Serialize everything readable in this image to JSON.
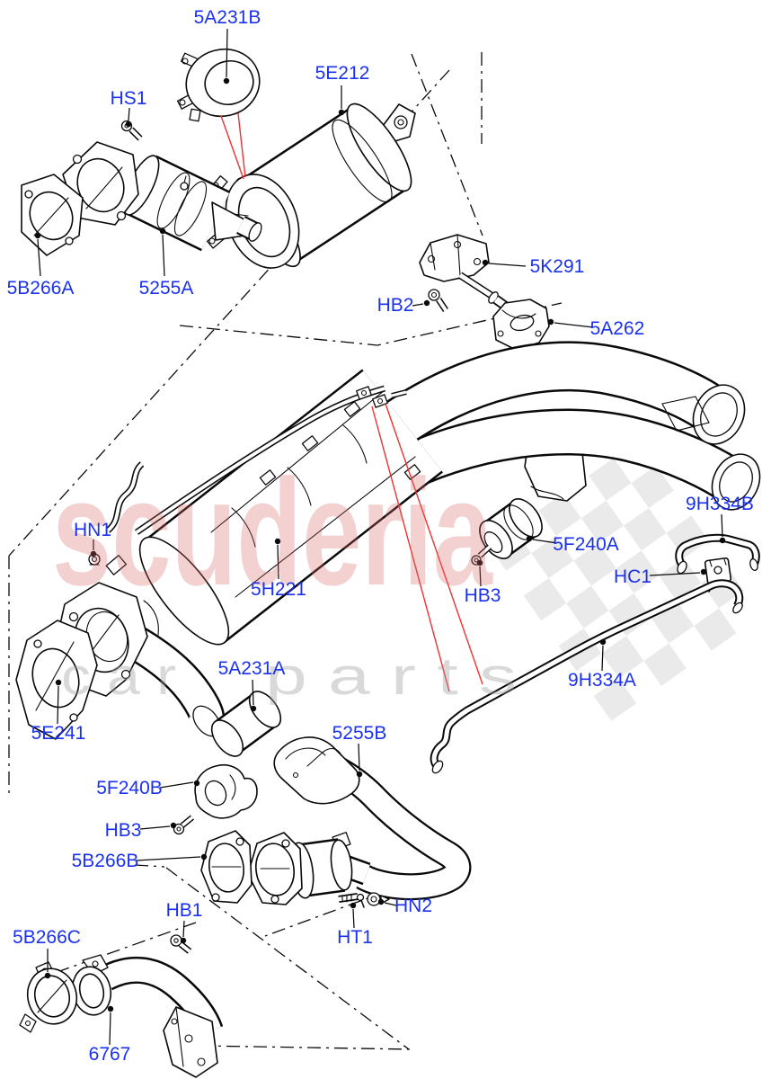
{
  "diagram": {
    "kind": "exploded-parts-diagram",
    "subject": "exhaust system front and rear silencer assembly",
    "colors": {
      "label_blue": "#1b31f0",
      "line_black": "#0a0a0a",
      "callout_red": "#f03030",
      "watermark_pink": "#d96868",
      "watermark_gray": "#9a9a9a",
      "flag_gray": "#d7d7d7",
      "background": "#ffffff"
    }
  },
  "watermark": {
    "brand": "scuderia",
    "tagline_car": "c a r",
    "tagline_parts": "p a r t s"
  },
  "parts": [
    {
      "code": "5A231B"
    },
    {
      "code": "HS1"
    },
    {
      "code": "5E212"
    },
    {
      "code": "5B266A"
    },
    {
      "code": "5255A"
    },
    {
      "code": "5K291"
    },
    {
      "code": "HB2"
    },
    {
      "code": "5A262"
    },
    {
      "code": "HN1"
    },
    {
      "code": "5H221"
    },
    {
      "code": "5F240A"
    },
    {
      "code": "HB3"
    },
    {
      "code": "HC1"
    },
    {
      "code": "9H334B"
    },
    {
      "code": "9H334A"
    },
    {
      "code": "5E241"
    },
    {
      "code": "5A231A"
    },
    {
      "code": "5255B"
    },
    {
      "code": "5F240B"
    },
    {
      "code": "HB3"
    },
    {
      "code": "5B266B"
    },
    {
      "code": "HB1"
    },
    {
      "code": "HN2"
    },
    {
      "code": "HT1"
    },
    {
      "code": "5B266C"
    },
    {
      "code": "6767"
    }
  ]
}
